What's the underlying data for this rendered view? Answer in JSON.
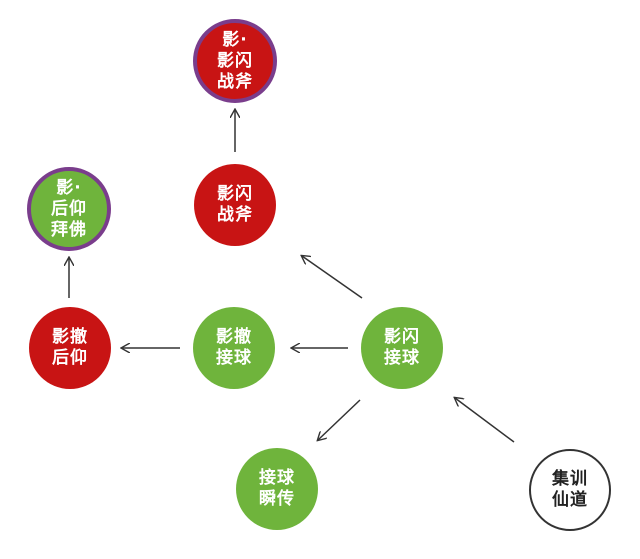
{
  "colors": {
    "red": "#c81414",
    "green": "#6fb43c",
    "ring": "#7a3d8c",
    "arrow": "#333333"
  },
  "nodes": {
    "shadow_flash_axe": "影·\n影闪\n战斧",
    "shadow_back_bow": "影·\n后仰\n拜佛",
    "flash_axe": "影闪\n战斧",
    "withdraw_back": "影撤\n后仰",
    "withdraw_catch": "影撤\n接球",
    "flash_catch": "影闪\n接球",
    "catch_pass": "接球\n瞬传",
    "training": "集训\n仙道"
  }
}
